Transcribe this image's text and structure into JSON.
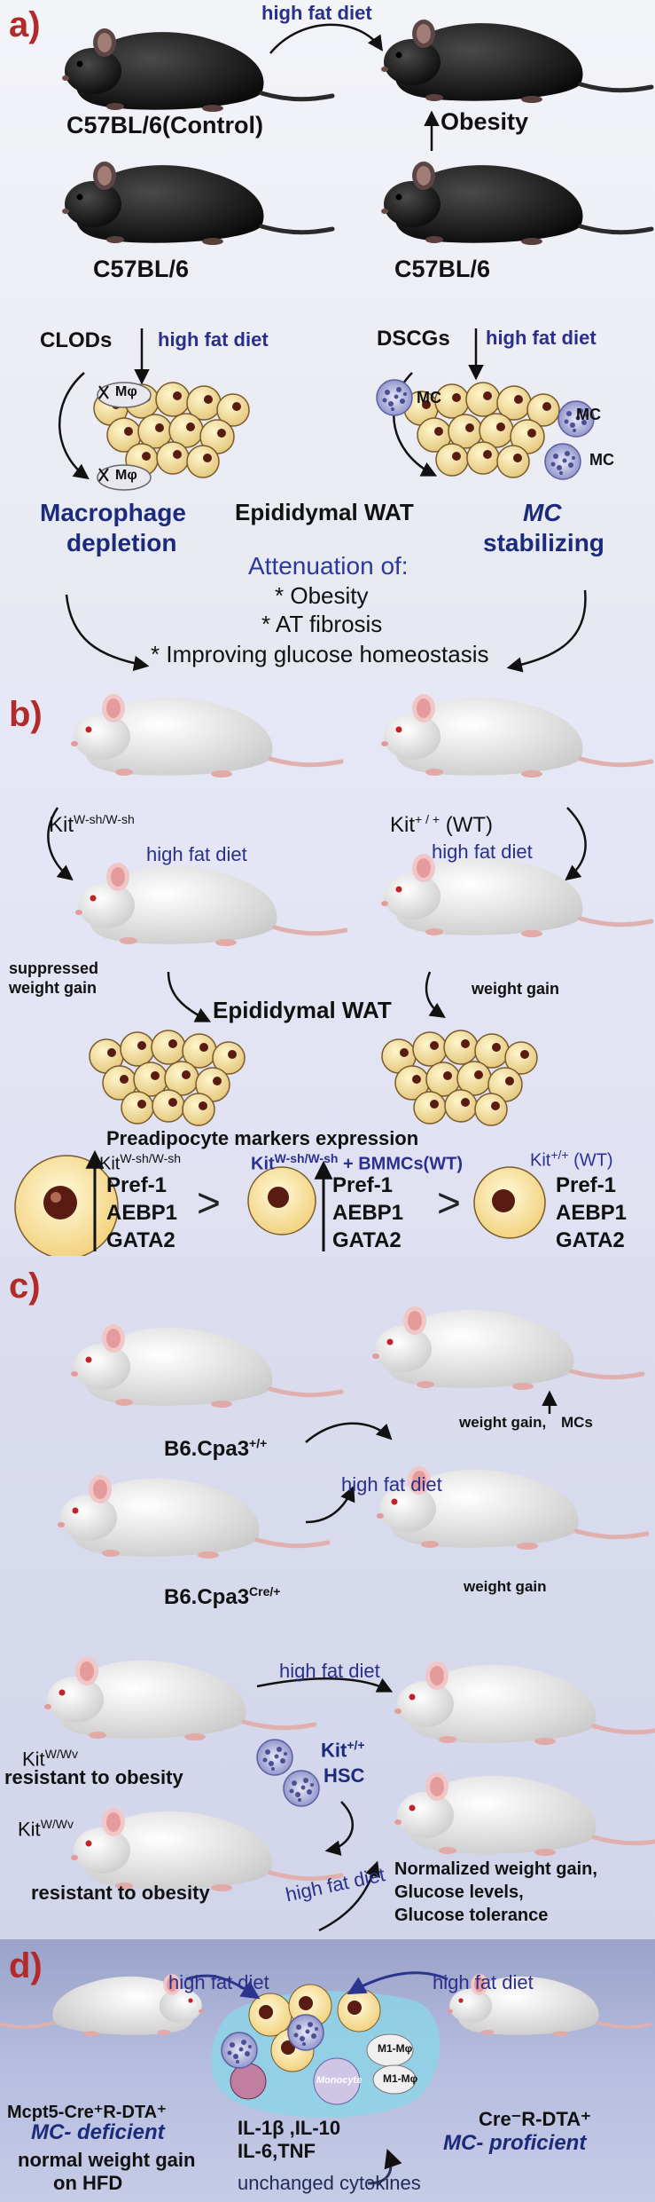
{
  "panel_a": {
    "label": "a)",
    "hfd_top": "high fat diet",
    "control_label": "C57BL/6(Control)",
    "obesity_label": "Obesity",
    "left_strain": "C57BL/6",
    "right_strain": "C57BL/6",
    "clods": "CLODs",
    "dscgs": "DSCGs",
    "hfd_left": "high fat diet",
    "hfd_right": "high fat diet",
    "m_phi_1": "Mφ",
    "m_phi_2": "Mφ",
    "mc_1": "MC",
    "mc_2": "MC",
    "mc_3": "MC",
    "macrophage": "Macrophage",
    "depletion": "depletion",
    "epididymal": "Epididymal WAT",
    "mc_word": "MC",
    "stabilizing": "stabilizing",
    "attenuation": "Attenuation of:",
    "bullet_1": "* Obesity",
    "bullet_2": "* AT fibrosis",
    "bullet_3": "* Improving  glucose homeostasis"
  },
  "panel_b": {
    "label": "b)",
    "kit_wsh_base": "Kit",
    "kit_wsh_sup": "W-sh/W-sh",
    "kit_wt_base": "Kit",
    "kit_wt_sup": "+ / +",
    "kit_wt_suffix": " (WT)",
    "hfd_left": "high fat diet",
    "hfd_right": "high fat diet",
    "suppressed_1": "suppressed",
    "suppressed_2": "weight gain",
    "weight_gain": "weight gain",
    "epididymal": "Epididymal WAT",
    "preadipocyte": "Preadipocyte markers expression",
    "col1_base": "Kit",
    "col1_sup": "W-sh/W-sh",
    "col2_base": "Kit",
    "col2_sup": "W-sh/W-sh",
    "col2_suffix": " + BMMCs(WT)",
    "col3_base": "Kit",
    "col3_sup": "+/+",
    "col3_suffix": " (WT)",
    "markers": [
      "Pref-1",
      "AEBP1",
      "GATA2"
    ],
    "gt": ">"
  },
  "panel_c": {
    "label": "c)",
    "cpa_wt_base": "B6.Cpa3",
    "cpa_wt_sup": "+/+",
    "cpa_cre_base": "B6.Cpa3",
    "cpa_cre_sup": "Cre/+",
    "wg_mcs": "weight gain,",
    "mcs": "MCs",
    "hfd_1": "high fat diet",
    "weight_gain": "weight gain",
    "hfd_2": "high fat diet",
    "kitw_base_1": "Kit",
    "kitw_sup_1": "W/Wv",
    "resistant_1": "resistant to obesity",
    "kit_hsc_1": "Kit",
    "kit_hsc_sup": "+/+",
    "hsc": "HSC",
    "kitw_base_2": "Kit",
    "kitw_sup_2": "W/Wv",
    "resistant_2": "resistant to obesity",
    "hfd_3": "high fat diet",
    "normalized_1": "Normalized weight gain,",
    "normalized_2": "Glucose levels,",
    "normalized_3": "Glucose tolerance"
  },
  "panel_d": {
    "label": "d)",
    "hfd_left": "high fat diet",
    "hfd_right": "high fat diet",
    "m1_1": "M1-Mφ",
    "m1_2": "M1-Mφ",
    "monocyte": "Monocyte",
    "left_geno": "Mcpt5-Cre⁺R-DTA⁺",
    "mc_deficient": "MC- deficient",
    "normal_1": "normal weight gain",
    "normal_2": "on HFD",
    "cyt_1": "IL-1β ,IL-10",
    "cyt_2": "IL-6,TNF",
    "unchanged": "unchanged cytokines",
    "right_geno": "Cre⁻R-DTA⁺",
    "mc_proficient": "MC- proficient"
  }
}
